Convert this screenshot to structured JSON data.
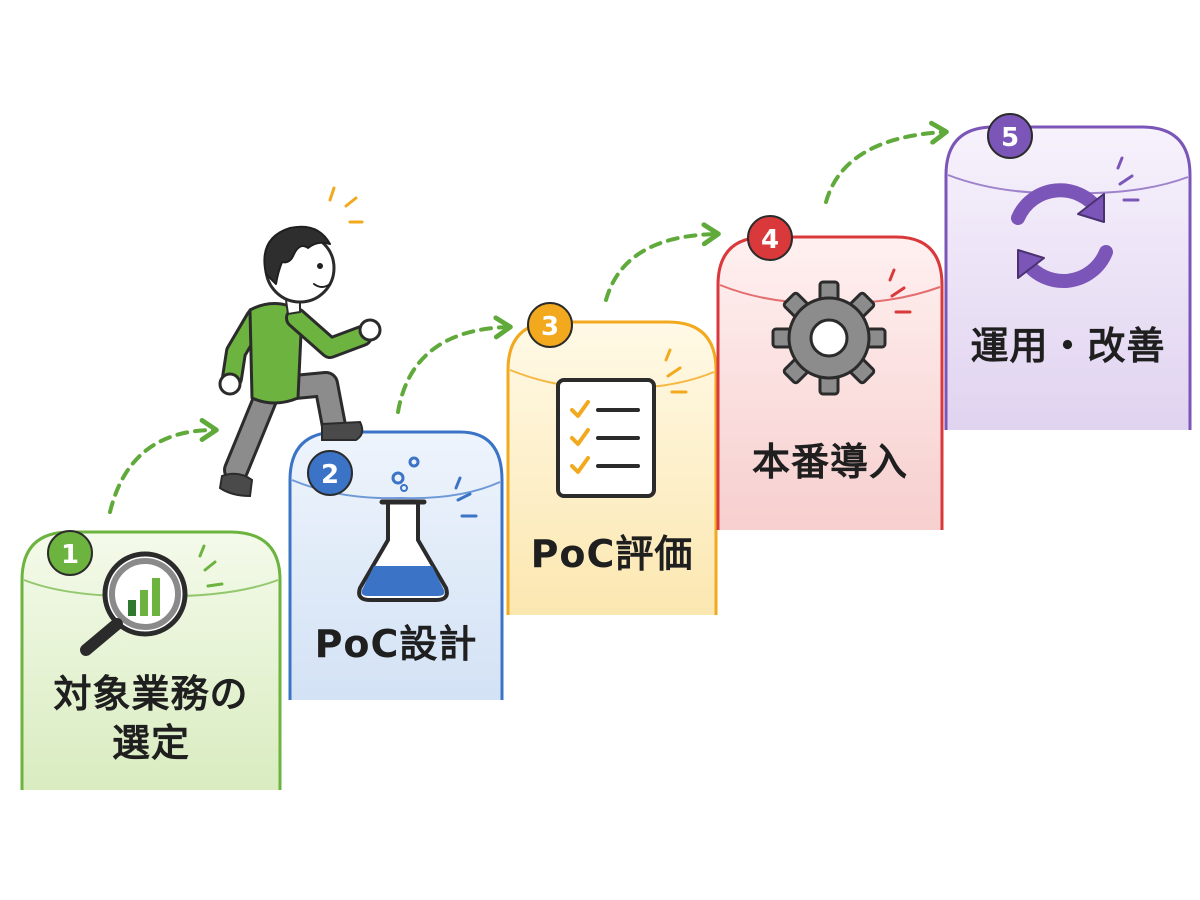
{
  "steps": [
    {
      "number": "1",
      "label_lines": [
        "対象業務の",
        "選定"
      ],
      "color": "#6db33f",
      "fill": "#e6f3d3",
      "icon": "magnifier-chart-icon"
    },
    {
      "number": "2",
      "label_lines": [
        "PoC設計"
      ],
      "color": "#3b74c7",
      "fill": "#dde9f8",
      "icon": "flask-icon"
    },
    {
      "number": "3",
      "label_lines": [
        "PoC評価"
      ],
      "color": "#f2a91e",
      "fill": "#fdf0cc",
      "icon": "checklist-icon"
    },
    {
      "number": "4",
      "label_lines": [
        "本番導入"
      ],
      "color": "#d9393b",
      "fill": "#fadcdc",
      "icon": "gear-icon"
    },
    {
      "number": "5",
      "label_lines": [
        "運用・改善"
      ],
      "color": "#7b56b8",
      "fill": "#e9e0f4",
      "icon": "cycle-arrows-icon"
    }
  ],
  "arrow_color": "#5faa3a",
  "person": {
    "icon": "climbing-person-icon",
    "shirt_color": "#6db33f",
    "pants_color": "#888888"
  }
}
